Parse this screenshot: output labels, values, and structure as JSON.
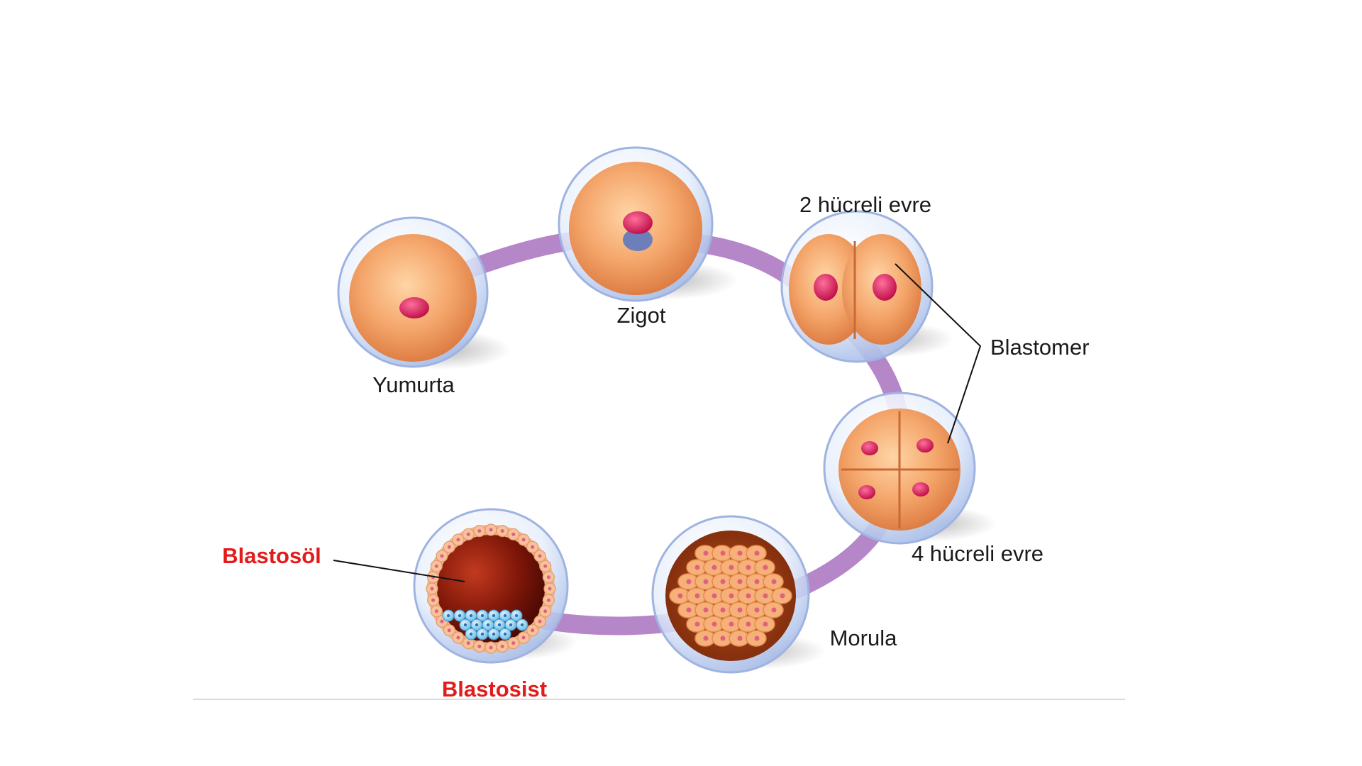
{
  "colors": {
    "accent_red": "#e31b1b",
    "path": "#b07bc3",
    "cell_orange": "#f4a56a",
    "nucleus": "#d6215f",
    "membrane": "#c9d8f2"
  },
  "stages": {
    "egg": {
      "label": "Yumurta"
    },
    "zygote": {
      "label": "Zigot"
    },
    "two_cell": {
      "label": "2 hücreli evre"
    },
    "four_cell": {
      "label": "4 hücreli evre"
    },
    "morula": {
      "label": "Morula"
    },
    "blastocyst": {
      "label": "Blastosist"
    }
  },
  "callouts": {
    "blastomer": "Blastomer",
    "blastocoel": "Blastosöl"
  }
}
